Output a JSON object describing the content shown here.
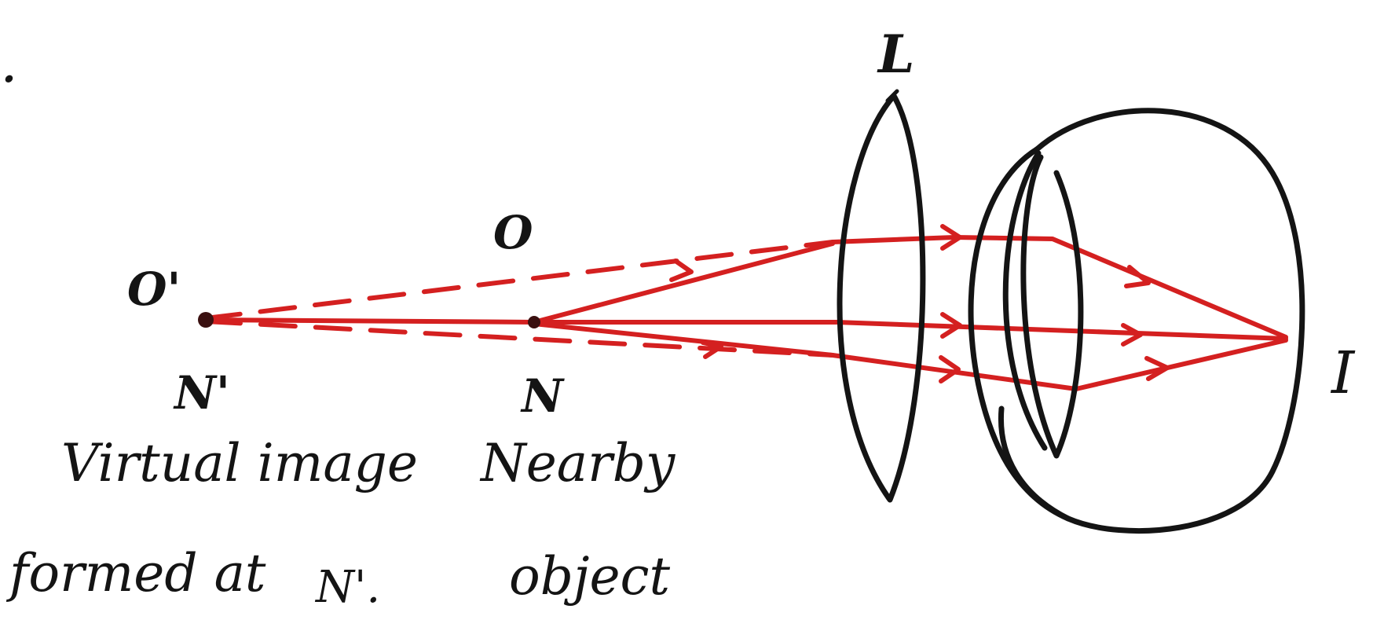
{
  "diagram": {
    "question_number": ".",
    "labels": {
      "lens": "L",
      "object_top": "O",
      "image_top": "O'",
      "object_base": "N",
      "image_base": "N'",
      "retina_image": "I"
    },
    "captions": {
      "virtual_image_line1": "Virtual image",
      "virtual_image_line2_prefix": "formed at",
      "virtual_image_line2_sub": "N'.",
      "object_line1": "Nearby",
      "object_line2": "object"
    },
    "colors": {
      "ink": "#141414",
      "ray": "#d42020"
    }
  }
}
